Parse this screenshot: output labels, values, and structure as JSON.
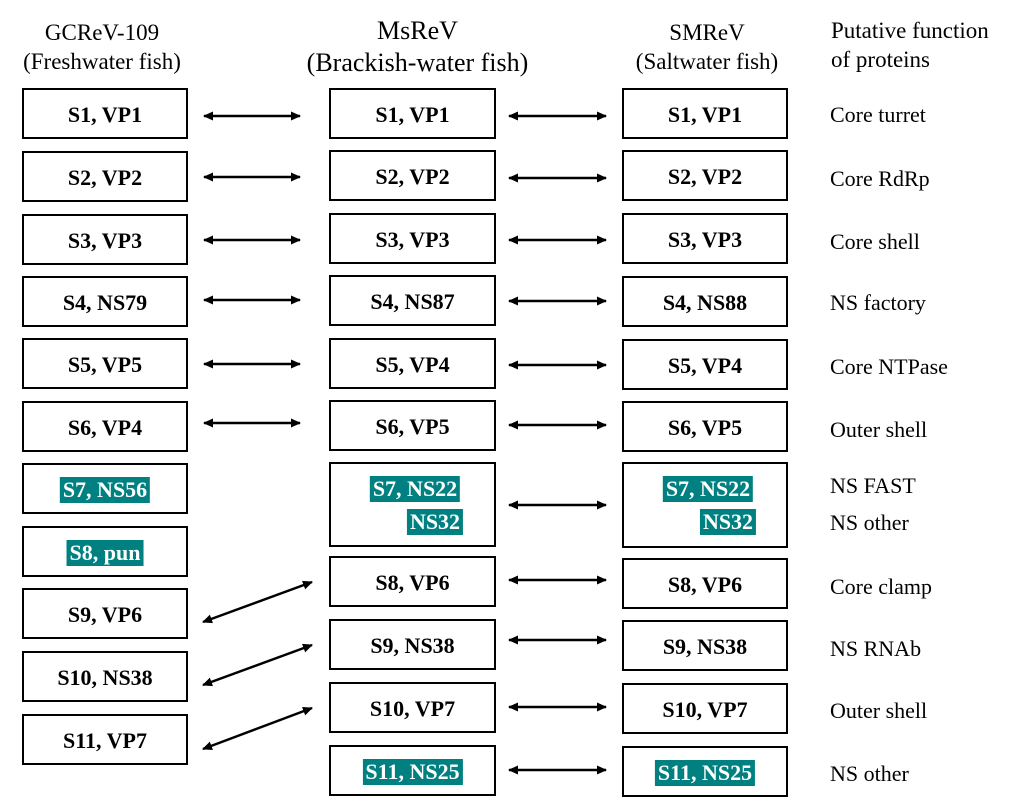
{
  "headers": {
    "gcrev": {
      "name": "GCReV-109",
      "habitat": "(Freshwater fish)"
    },
    "msrev": {
      "name": "MsReV",
      "habitat": "(Brackish-water fish)"
    },
    "smrev": {
      "name": "SMReV",
      "habitat": "(Saltwater fish)"
    },
    "function": {
      "line1": "Putative function",
      "line2": "of proteins"
    }
  },
  "gcrev_segments": [
    {
      "text": "S1, VP1",
      "highlight": false
    },
    {
      "text": "S2, VP2",
      "highlight": false
    },
    {
      "text": "S3, VP3",
      "highlight": false
    },
    {
      "text": "S4, NS79",
      "highlight": false
    },
    {
      "text": "S5, VP5",
      "highlight": false
    },
    {
      "text": "S6, VP4",
      "highlight": false
    },
    {
      "text": "S7, NS56",
      "highlight": true
    },
    {
      "text": "S8, pun",
      "highlight": true
    },
    {
      "text": "S9, VP6",
      "highlight": false
    },
    {
      "text": "S10, NS38",
      "highlight": false
    },
    {
      "text": "S11, VP7",
      "highlight": false
    }
  ],
  "msrev_segments": [
    {
      "lines": [
        "S1, VP1"
      ],
      "highlight": false
    },
    {
      "lines": [
        "S2, VP2"
      ],
      "highlight": false
    },
    {
      "lines": [
        "S3, VP3"
      ],
      "highlight": false
    },
    {
      "lines": [
        "S4, NS87"
      ],
      "highlight": false
    },
    {
      "lines": [
        "S5, VP4"
      ],
      "highlight": false
    },
    {
      "lines": [
        "S6, VP5"
      ],
      "highlight": false
    },
    {
      "lines": [
        "S7, NS22",
        "NS32"
      ],
      "highlight": true
    },
    {
      "lines": [
        "S8, VP6"
      ],
      "highlight": false
    },
    {
      "lines": [
        "S9, NS38"
      ],
      "highlight": false
    },
    {
      "lines": [
        "S10, VP7"
      ],
      "highlight": false
    },
    {
      "lines": [
        "S11, NS25"
      ],
      "highlight": true
    }
  ],
  "smrev_segments": [
    {
      "lines": [
        "S1, VP1"
      ],
      "highlight": false
    },
    {
      "lines": [
        "S2, VP2"
      ],
      "highlight": false
    },
    {
      "lines": [
        "S3, VP3"
      ],
      "highlight": false
    },
    {
      "lines": [
        "S4, NS88"
      ],
      "highlight": false
    },
    {
      "lines": [
        "S5, VP4"
      ],
      "highlight": false
    },
    {
      "lines": [
        "S6, VP5"
      ],
      "highlight": false
    },
    {
      "lines": [
        "S7, NS22",
        "NS32"
      ],
      "highlight": true
    },
    {
      "lines": [
        "S8, VP6"
      ],
      "highlight": false
    },
    {
      "lines": [
        "S9, NS38"
      ],
      "highlight": false
    },
    {
      "lines": [
        "S10, VP7"
      ],
      "highlight": false
    },
    {
      "lines": [
        "S11, NS25"
      ],
      "highlight": true
    }
  ],
  "functions": [
    "Core turret",
    "Core RdRp",
    "Core shell",
    "NS factory",
    "Core NTPase",
    "Outer shell",
    "NS FAST",
    "NS other",
    "Core clamp",
    "NS RNAb",
    "Outer shell",
    "NS other"
  ],
  "colors": {
    "highlight_bg": "#008080",
    "highlight_text": "#ffffff",
    "line": "#000000"
  }
}
